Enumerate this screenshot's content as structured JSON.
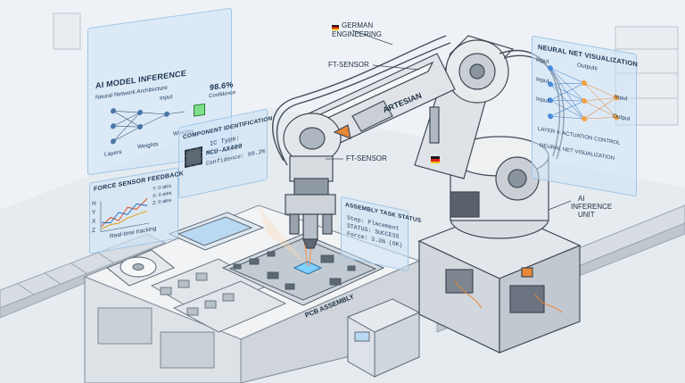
{
  "ai_model_inference": {
    "title": "AI MODEL INFERENCE",
    "subtitle": "Neural Network Architecture",
    "input_label": "Input",
    "layers_label": "Layers",
    "weights_a": "Weights",
    "weights_b": "Weights",
    "confidence_value": "98.6%",
    "confidence_label": "Confidence"
  },
  "component_identification": {
    "title": "COMPONENT IDENTIFICATION",
    "line1": "IC Type:",
    "line2": "MCU-AX400",
    "line3": "Confidence: 99.2%"
  },
  "force_sensor": {
    "title": "FORCE SENSOR FEEDBACK",
    "axis_n": "N",
    "axis_y": "Y",
    "axis_x": "X",
    "axis_z": "Z",
    "legend_y": "Y: 0 ales",
    "legend_x": "X: 0 ales",
    "legend_z": "Z: 0 ales",
    "caption": "Real-time tracking",
    "colors": {
      "x": "#e0542c",
      "y": "#2a78c8",
      "z": "#e3a21a"
    }
  },
  "assembly_status": {
    "title": "ASSEMBLY TASK STATUS",
    "line1": "Step: Placement",
    "line2": "STATUS: SUCCESS",
    "line3": "Force: 3.2N (OK)"
  },
  "neural_net_viz": {
    "title": "NEURAL NET VISUALIZATION",
    "input_1": "Input",
    "input_2": "Input",
    "input_3": "Input",
    "outputs": "Outputs",
    "input_right": "Input",
    "output_right": "Output",
    "control_line": "LAYER 4: ACTUATION CONTROL",
    "caption": "NEURAL NET VISUALIZATION"
  },
  "labels": {
    "german_engineering_1": "GERMAN",
    "german_engineering_2": "ENGINEERING",
    "ft_sensor_top": "FT-SENSOR",
    "ft_sensor_mid": "FT-SENSOR",
    "brand": "ARTESIAN",
    "ai_inference_1": "AI",
    "ai_inference_2": "INFERENCE",
    "ai_inference_3": "UNIT",
    "pcb_assembly": "PCB ASSEMBLY"
  },
  "colors": {
    "panel_fill": "#cde4f8",
    "panel_border": "#9fc6e6",
    "robot_body": "#d9dde2",
    "laser": "#ff8a3a",
    "pcb_chip_glow": "#7fd0ff",
    "flag_black": "#1a1a1a",
    "flag_red": "#dd1f1f",
    "flag_gold": "#f2c200"
  }
}
